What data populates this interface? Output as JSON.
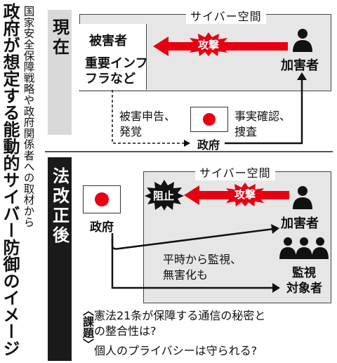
{
  "headline": "政府が想定する能動的サイバー防御のイメージ",
  "source": "国家安全保障戦略や政府関係者への取材から",
  "current": {
    "label": "現在",
    "cyber_space": "サイバー空間",
    "victims": [
      "被害者",
      "重要インフ",
      "フラなど"
    ],
    "attack": "攻撃",
    "attacker": "加害者",
    "report": [
      "被害申告、",
      "発覚"
    ],
    "confirm": [
      "事実確認、",
      "捜査"
    ],
    "government": "政府"
  },
  "after": {
    "label": "法改正後",
    "cyber_space": "サイバー空間",
    "block": "阻止",
    "attack": "攻撃",
    "government": "政府",
    "attacker": "加害者",
    "monitor": [
      "平時から監視、",
      "無害化も"
    ],
    "watch_target": [
      "監視",
      "対象者"
    ]
  },
  "issues": {
    "label": "〈課題〉",
    "lines": [
      "憲法21条が保障する通信の秘密と",
      "の整合性は?",
      "個人のプライバシーは守られる?"
    ]
  },
  "colors": {
    "arrow_red": "#e60012",
    "flag_red": "#e60012",
    "panel_gray": "#e6e6e6",
    "dark": "#1a1a1a"
  },
  "icons": [
    "person-icon",
    "japan-flag-icon",
    "burst-icon"
  ]
}
